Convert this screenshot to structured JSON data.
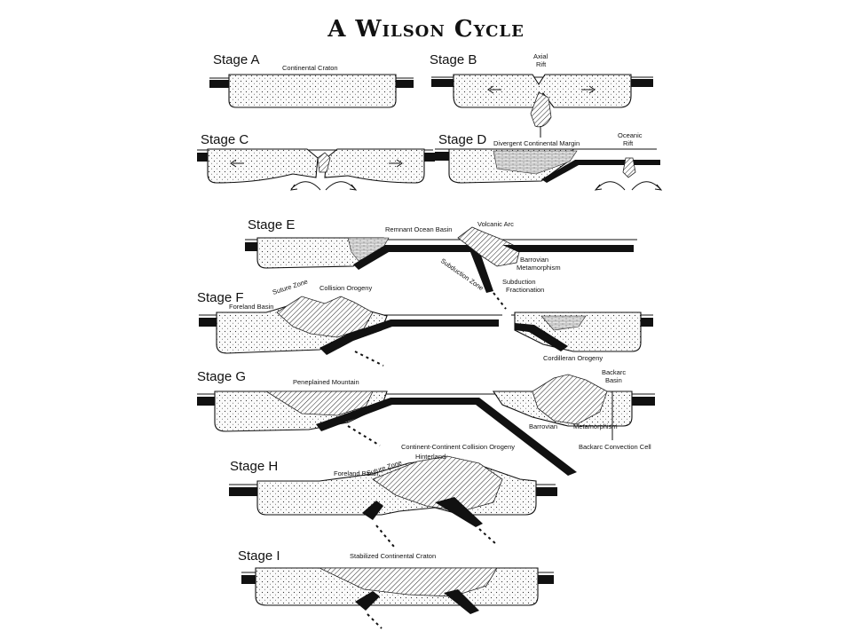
{
  "title": "A Wilson Cycle",
  "stages": {
    "a": {
      "label": "Stage A",
      "notes": [
        "Continental Craton"
      ]
    },
    "b": {
      "label": "Stage B",
      "notes": [
        "Axial",
        "Rift"
      ]
    },
    "c": {
      "label": "Stage C",
      "notes": []
    },
    "d": {
      "label": "Stage D",
      "notes": [
        "Divergent Continental Margin",
        "Oceanic",
        "Rift"
      ]
    },
    "e": {
      "label": "Stage E",
      "notes": [
        "Remnant Ocean Basin",
        "Volcanic Arc",
        "Barrovian",
        "Metamorphism",
        "Subduction Zone",
        "Subduction",
        "Fractionation"
      ]
    },
    "f": {
      "label": "Stage F",
      "notes": [
        "Suture Zone",
        "Collision Orogeny",
        "Foreland Basin"
      ]
    },
    "g": {
      "label": "Stage G",
      "notes": [
        "Peneplained Mountain",
        "Cordilleran Orogeny",
        "Backarc",
        "Basin",
        "Barrovian",
        "Metamorphism",
        "Backarc Convection Cell"
      ]
    },
    "h": {
      "label": "Stage H",
      "notes": [
        "Continent-Continent Collision Orogeny",
        "Hinterland",
        "Suture Zone",
        "Foreland Basin"
      ]
    },
    "i": {
      "label": "Stage I",
      "notes": [
        "Stabilized Continental Craton"
      ]
    }
  }
}
